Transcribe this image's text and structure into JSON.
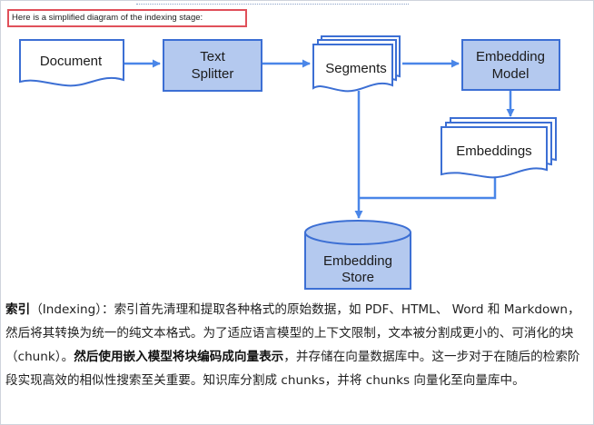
{
  "caption": "Here is a simplified diagram of the indexing stage:",
  "nodes": {
    "document": "Document",
    "splitter_1": "Text",
    "splitter_2": "Splitter",
    "segments": "Segments",
    "model_1": "Embedding",
    "model_2": "Model",
    "embeddings": "Embeddings",
    "store_1": "Embedding",
    "store_2": "Store"
  },
  "description": {
    "term": "索引",
    "p1": "（Indexing）：索引首先清理和提取各种格式的原始数据，如 PDF、HTML、 Word 和 Markdown，然后将其转换为统一的纯文本格式。为了适应语言模型的上下文限制，文本被分割成更小的、可消化的块（chunk）。",
    "bold": "然后使用嵌入模型将块编码成向量表示",
    "p2": "，并存储在向量数据库中。这一步对于在随后的检索阶段实现高效的相似性搜索至关重要。知识库分割成 chunks，并将 chunks 向量化至向量库中。"
  },
  "colors": {
    "arrow": "#4a86e8",
    "box_fill": "#b4c9ef",
    "box_stroke": "#3c6fd4",
    "caption_border": "#e0505a"
  }
}
